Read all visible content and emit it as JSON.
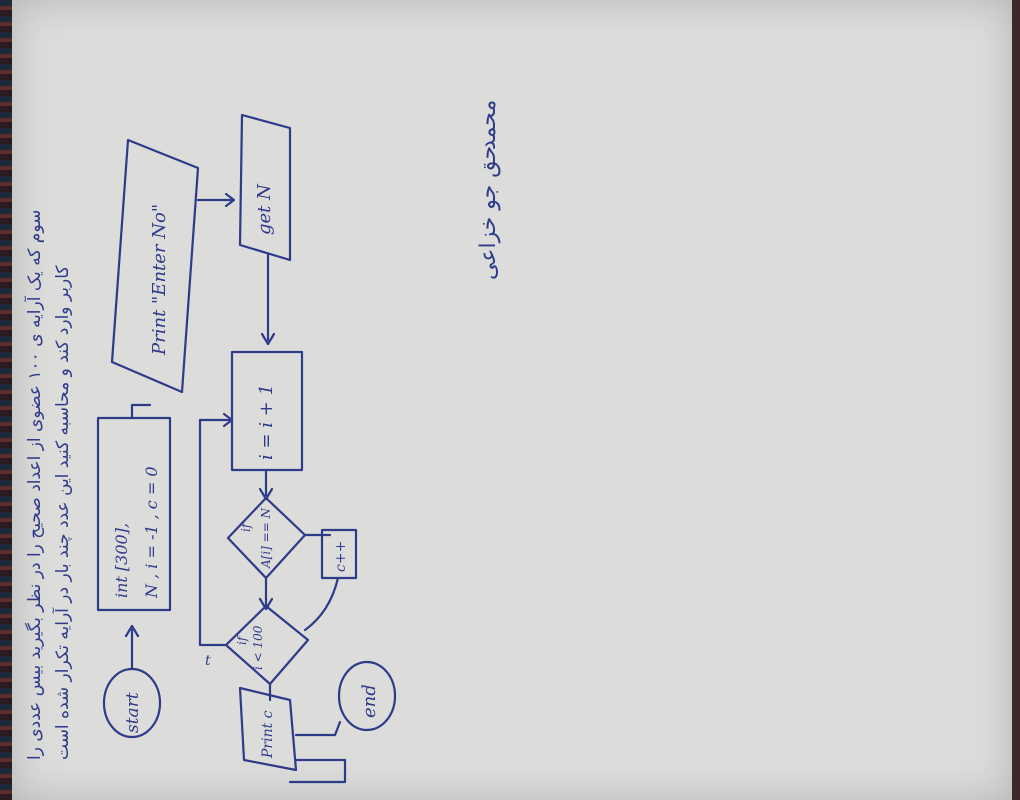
{
  "header_note": {
    "line1": "سوم که یک آرایه ی ۱۰۰ عضوی از اعداد صحیح را در نظر بگیرید بیس عددی را",
    "line2": "کاربر وارد کند و محاسبه کنید این عدد چند بار در آرایه تکرار شده است"
  },
  "author": {
    "first": "محمد",
    "last": "حق جو خزاعی"
  },
  "flowchart": {
    "start": "start",
    "init_line1": "int [300],",
    "init_line2": "N , i = -1 , c = 0",
    "print": "Print \"Enter No\"",
    "get": "get N",
    "increment": "i = i + 1",
    "decision_compare_if": "if",
    "decision_compare": "A[i] == N",
    "counter": "c++",
    "decision_loop_if": "if",
    "decision_loop": "i < 100",
    "false_label": "t",
    "output": "Print c",
    "end": "end"
  }
}
